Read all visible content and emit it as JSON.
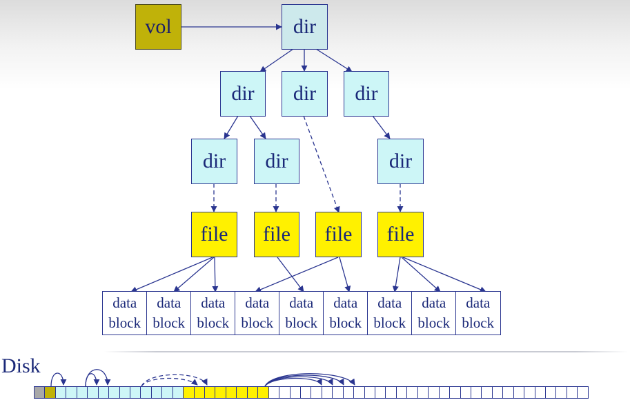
{
  "labels": {
    "vol": "vol",
    "dir": "dir",
    "file": "file",
    "data_line1": "data",
    "data_line2": "block",
    "disk": "Disk"
  },
  "colors": {
    "vol": "#c0b209",
    "dir": "#cdf6f7",
    "file": "#fff100",
    "data_block": "#ffffff",
    "line": "#2a3590",
    "text": "#1a2878"
  },
  "disk": {
    "cell_count": 52,
    "sections": [
      {
        "kind": "gray",
        "count": 1
      },
      {
        "kind": "vol",
        "count": 1
      },
      {
        "kind": "dir",
        "count": 12
      },
      {
        "kind": "file",
        "count": 8
      },
      {
        "kind": "empty",
        "count": 30
      }
    ]
  }
}
